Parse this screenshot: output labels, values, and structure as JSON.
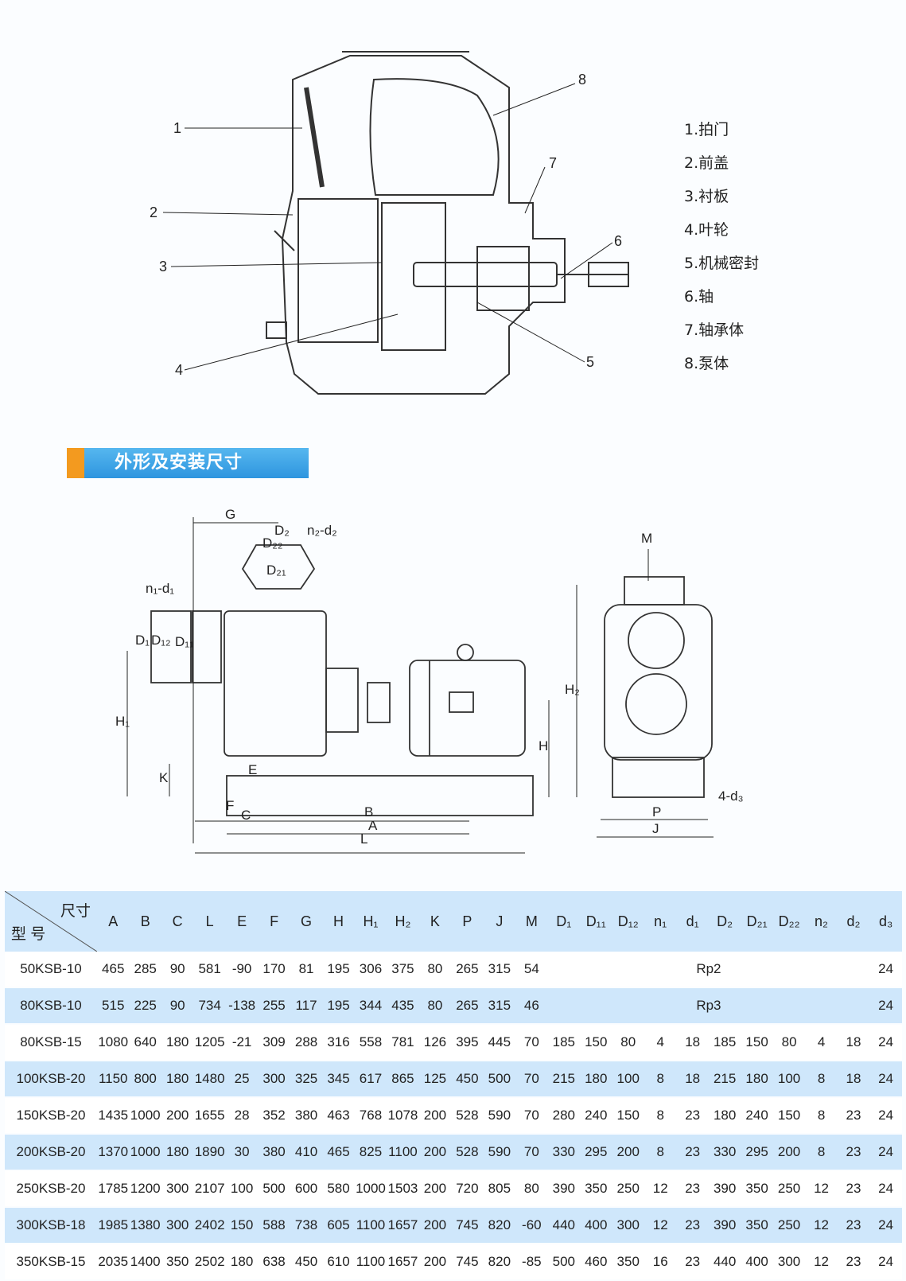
{
  "legend": [
    "1.拍门",
    "2.前盖",
    "3.衬板",
    "4.叶轮",
    "5.机械密封",
    "6.轴",
    "7.轴承体",
    "8.泵体"
  ],
  "section_title": "外形及安装尺寸",
  "diagram_labels": {
    "callouts": [
      "1",
      "2",
      "3",
      "4",
      "5",
      "6",
      "7",
      "8"
    ],
    "G": "G",
    "D2": "D₂",
    "n2d2": "n₂-d₂",
    "D22": "D₂₂",
    "D21": "D₂₁",
    "n1d1": "n₁-d₁",
    "D1": "D₁",
    "D12": "D₁₂",
    "D11": "D₁₁",
    "H1": "H₁",
    "K": "K",
    "E": "E",
    "F": "F",
    "C": "C",
    "B": "B",
    "A": "A",
    "L": "L",
    "H": "H",
    "M": "M",
    "H2": "H₂",
    "d3": "4-d₃",
    "P": "P",
    "J": "J"
  },
  "table": {
    "corner_top": "尺寸",
    "corner_bottom": "型 号",
    "headers": [
      "A",
      "B",
      "C",
      "L",
      "E",
      "F",
      "G",
      "H",
      "H₁",
      "H₂",
      "K",
      "P",
      "J",
      "M",
      "D₁",
      "D₁₁",
      "D₁₂",
      "n₁",
      "d₁",
      "D₂",
      "D₂₁",
      "D₂₂",
      "n₂",
      "d₂",
      "d₃"
    ],
    "rows": [
      {
        "model": "50KSB-10",
        "vals": [
          "465",
          "285",
          "90",
          "581",
          "-90",
          "170",
          "81",
          "195",
          "306",
          "375",
          "80",
          "265",
          "315",
          "54"
        ],
        "merged": "Rp2",
        "d3": "24"
      },
      {
        "model": "80KSB-10",
        "vals": [
          "515",
          "225",
          "90",
          "734",
          "-138",
          "255",
          "117",
          "195",
          "344",
          "435",
          "80",
          "265",
          "315",
          "46"
        ],
        "merged": "Rp3",
        "d3": "24"
      },
      {
        "model": "80KSB-15",
        "vals": [
          "1080",
          "640",
          "180",
          "1205",
          "-21",
          "309",
          "288",
          "316",
          "558",
          "781",
          "126",
          "395",
          "445",
          "70",
          "185",
          "150",
          "80",
          "4",
          "18",
          "185",
          "150",
          "80",
          "4",
          "18",
          "24"
        ]
      },
      {
        "model": "100KSB-20",
        "vals": [
          "1150",
          "800",
          "180",
          "1480",
          "25",
          "300",
          "325",
          "345",
          "617",
          "865",
          "125",
          "450",
          "500",
          "70",
          "215",
          "180",
          "100",
          "8",
          "18",
          "215",
          "180",
          "100",
          "8",
          "18",
          "24"
        ]
      },
      {
        "model": "150KSB-20",
        "vals": [
          "1435",
          "1000",
          "200",
          "1655",
          "28",
          "352",
          "380",
          "463",
          "768",
          "1078",
          "200",
          "528",
          "590",
          "70",
          "280",
          "240",
          "150",
          "8",
          "23",
          "180",
          "240",
          "150",
          "8",
          "23",
          "24"
        ]
      },
      {
        "model": "200KSB-20",
        "vals": [
          "1370",
          "1000",
          "180",
          "1890",
          "30",
          "380",
          "410",
          "465",
          "825",
          "1100",
          "200",
          "528",
          "590",
          "70",
          "330",
          "295",
          "200",
          "8",
          "23",
          "330",
          "295",
          "200",
          "8",
          "23",
          "24"
        ]
      },
      {
        "model": "250KSB-20",
        "vals": [
          "1785",
          "1200",
          "300",
          "2107",
          "100",
          "500",
          "600",
          "580",
          "1000",
          "1503",
          "200",
          "720",
          "805",
          "80",
          "390",
          "350",
          "250",
          "12",
          "23",
          "390",
          "350",
          "250",
          "12",
          "23",
          "24"
        ]
      },
      {
        "model": "300KSB-18",
        "vals": [
          "1985",
          "1380",
          "300",
          "2402",
          "150",
          "588",
          "738",
          "605",
          "1100",
          "1657",
          "200",
          "745",
          "820",
          "-60",
          "440",
          "400",
          "300",
          "12",
          "23",
          "390",
          "350",
          "250",
          "12",
          "23",
          "24"
        ]
      },
      {
        "model": "350KSB-15",
        "vals": [
          "2035",
          "1400",
          "350",
          "2502",
          "180",
          "638",
          "450",
          "610",
          "1100",
          "1657",
          "200",
          "745",
          "820",
          "-85",
          "500",
          "460",
          "350",
          "16",
          "23",
          "440",
          "400",
          "300",
          "12",
          "23",
          "24"
        ]
      }
    ]
  }
}
